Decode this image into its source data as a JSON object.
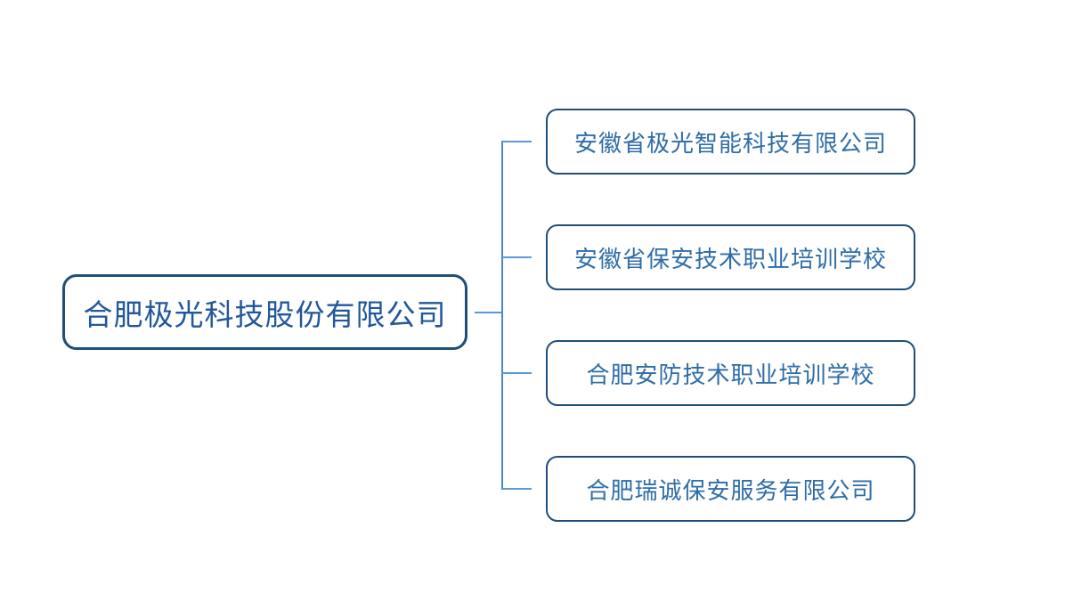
{
  "org_chart": {
    "root": {
      "label": "合肥极光科技股份有限公司"
    },
    "subsidiaries": [
      {
        "label": "安徽省极光智能科技有限公司"
      },
      {
        "label": "安徽省保安技术职业培训学校"
      },
      {
        "label": "合肥安防技术职业培训学校"
      },
      {
        "label": "合肥瑞诚保安服务有限公司"
      }
    ]
  },
  "colors": {
    "box_border": "#1F4E79",
    "root_text": "#21579B",
    "child_text": "#2E6DA8",
    "connector": "#5B9BD5",
    "trunk": "#4A89C8",
    "background": "#FFFFFF"
  }
}
